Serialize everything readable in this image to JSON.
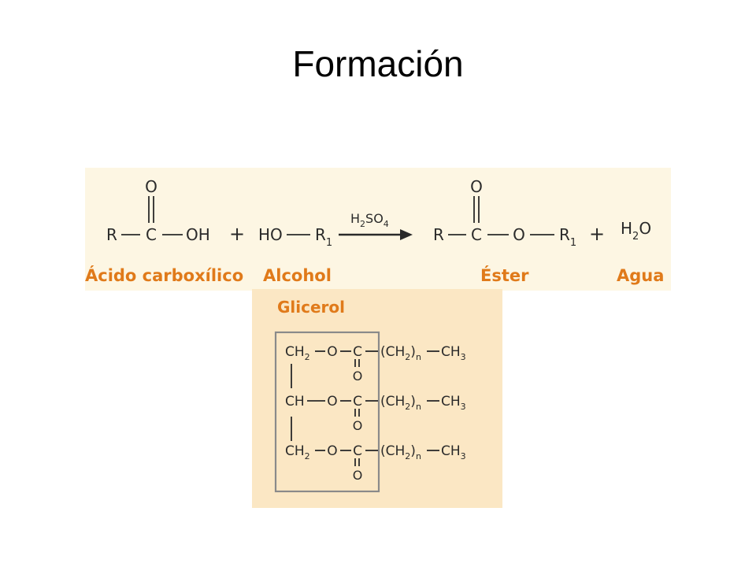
{
  "slide": {
    "title": "Formación"
  },
  "reaction": {
    "colors": {
      "panel_bg": "#fdf6e3",
      "label": "#e07a1a",
      "ink": "#2a2a2a"
    },
    "acid": {
      "r": "R",
      "c": "C",
      "o": "O",
      "oh": "OH",
      "label": "Ácido carboxílico"
    },
    "plus1": "+",
    "alcohol": {
      "ho": "HO",
      "r1": "R",
      "r1_sub": "1",
      "label": "Alcohol"
    },
    "catalyst": {
      "h": "H",
      "h_sub": "2",
      "so": "SO",
      "so_sub": "4"
    },
    "ester": {
      "r": "R",
      "c": "C",
      "o_top": "O",
      "o": "O",
      "r1": "R",
      "r1_sub": "1",
      "label": "Éster"
    },
    "plus2": "+",
    "water": {
      "h": "H",
      "h_sub": "2",
      "o": "O",
      "label": "Agua"
    }
  },
  "glycerol": {
    "colors": {
      "panel_bg": "#fbe7c4",
      "box": "#8a8a8a",
      "label": "#e07a1a"
    },
    "title": "Glicerol",
    "rows": [
      {
        "ch": "CH",
        "ch_sub": "2",
        "o": "O",
        "c": "C",
        "c_o": "O",
        "paren": "(CH",
        "paren_sub": "2",
        "close": ")",
        "n": "n",
        "ch3": "CH",
        "ch3_sub": "3"
      },
      {
        "ch": "CH",
        "ch_sub": "",
        "o": "O",
        "c": "C",
        "c_o": "O",
        "paren": "(CH",
        "paren_sub": "2",
        "close": ")",
        "n": "n",
        "ch3": "CH",
        "ch3_sub": "3"
      },
      {
        "ch": "CH",
        "ch_sub": "2",
        "o": "O",
        "c": "C",
        "c_o": "O",
        "paren": "(CH",
        "paren_sub": "2",
        "close": ")",
        "n": "n",
        "ch3": "CH",
        "ch3_sub": "3"
      }
    ]
  }
}
